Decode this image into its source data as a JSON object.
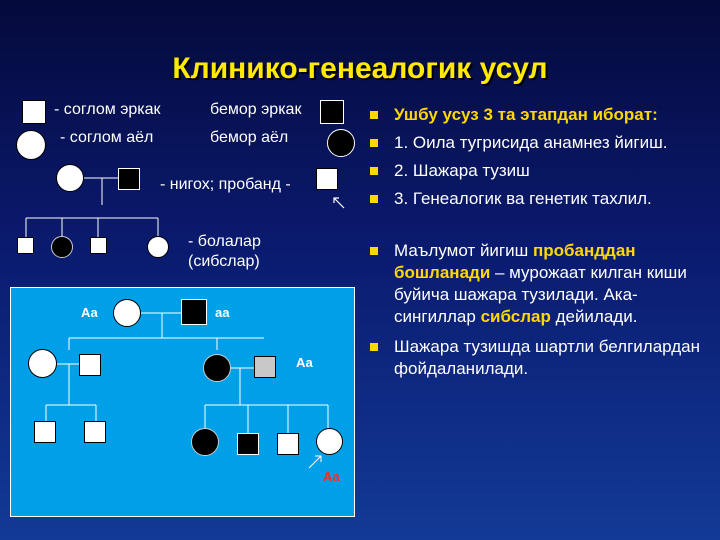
{
  "title": "Клинико-генеалогик усул",
  "legend": {
    "healthy_male": "- соглом эркак",
    "sick_male": "бемор эркак",
    "healthy_female": "- соглом аёл",
    "sick_female": "бемор аёл",
    "spouses_proband": "- нигох;   пробанд -",
    "siblings_line1": "- болалар",
    "siblings_line2": "(сибслар)"
  },
  "pedigree_labels": {
    "aa_upper_left": "Аа",
    "aa_lower_upper_right": "аа",
    "aa_right": "Аа",
    "aa_proband": "Аа"
  },
  "bullets": [
    {
      "text": "Ушбу усуз 3 та этапдан иборат:"
    },
    {
      "text": "1. Оила тугрисида анамнез йигиш."
    },
    {
      "text": "2. Шажара тузиш"
    },
    {
      "text": "3. Генеалогик ва генетик тахлил."
    },
    {
      "pre": "Маълумот йигиш ",
      "hl1": "пробанддан бошланади",
      "mid": " – мурожаат килган киши буйича шажара тузилади. Ака-сингиллар  ",
      "hl2": "сибслар",
      "post": " дейилади."
    },
    {
      "text": "Шажара тузишда шартли белгилардан фойдаланилади."
    }
  ],
  "colors": {
    "accent": "#ffd800",
    "panel": "#00a0e8",
    "label_red": "#ff2a1a"
  }
}
